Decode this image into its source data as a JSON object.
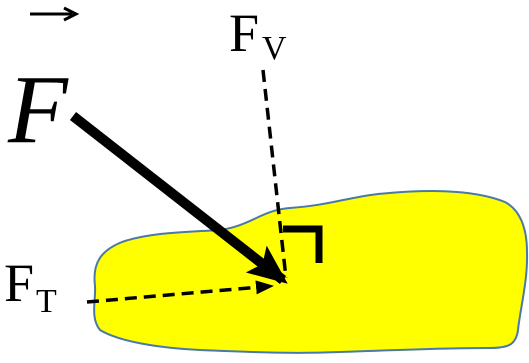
{
  "labels": {
    "force": "F",
    "vertical_base": "F",
    "vertical_subscript": "V",
    "tangential_base": "F",
    "tangential_subscript": "T"
  },
  "colors": {
    "surface_fill": "#ffff00",
    "surface_outline": "#4a78a8",
    "ink": "#000000"
  }
}
